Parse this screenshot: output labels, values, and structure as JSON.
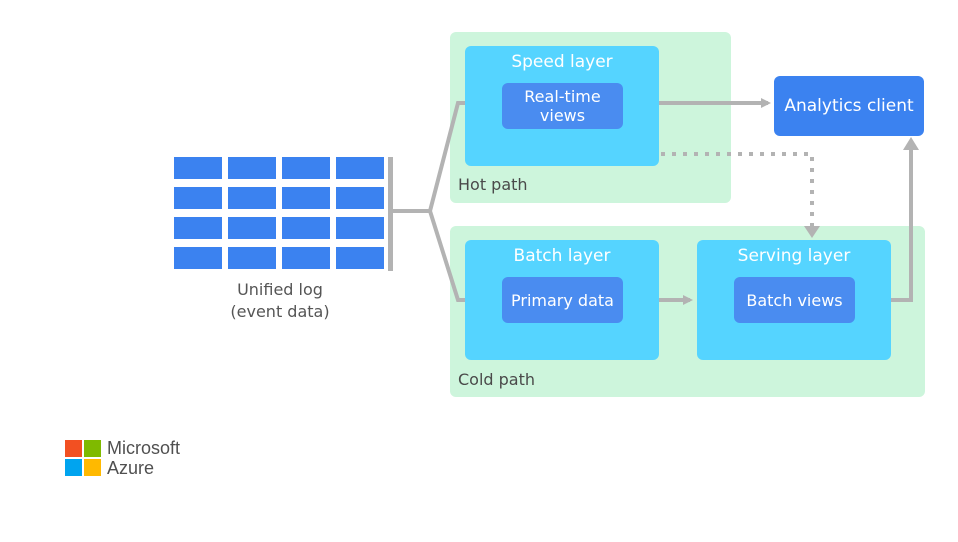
{
  "log": {
    "label_line1": "Unified log",
    "label_line2": "(event data)",
    "rows": 4,
    "cols": 4,
    "cell_color": "#3b82f0"
  },
  "hot_path": {
    "label": "Hot path",
    "speed_layer": {
      "title": "Speed layer",
      "inner_line1": "Real-time",
      "inner_line2": "views"
    }
  },
  "cold_path": {
    "label": "Cold path",
    "batch_layer": {
      "title": "Batch layer",
      "inner": "Primary data"
    },
    "serving_layer": {
      "title": "Serving layer",
      "inner": "Batch views"
    }
  },
  "analytics_client": {
    "label": "Analytics client"
  },
  "branding": {
    "line1": "Microsoft",
    "line2": "Azure",
    "logo_colors": [
      "#f25022",
      "#7fba00",
      "#00a4ef",
      "#ffb900"
    ]
  },
  "colors": {
    "zone": "#cdf5dc",
    "layer": "#55d4ff",
    "inner": "#4a8cf0",
    "connector": "#b3b3b3"
  }
}
